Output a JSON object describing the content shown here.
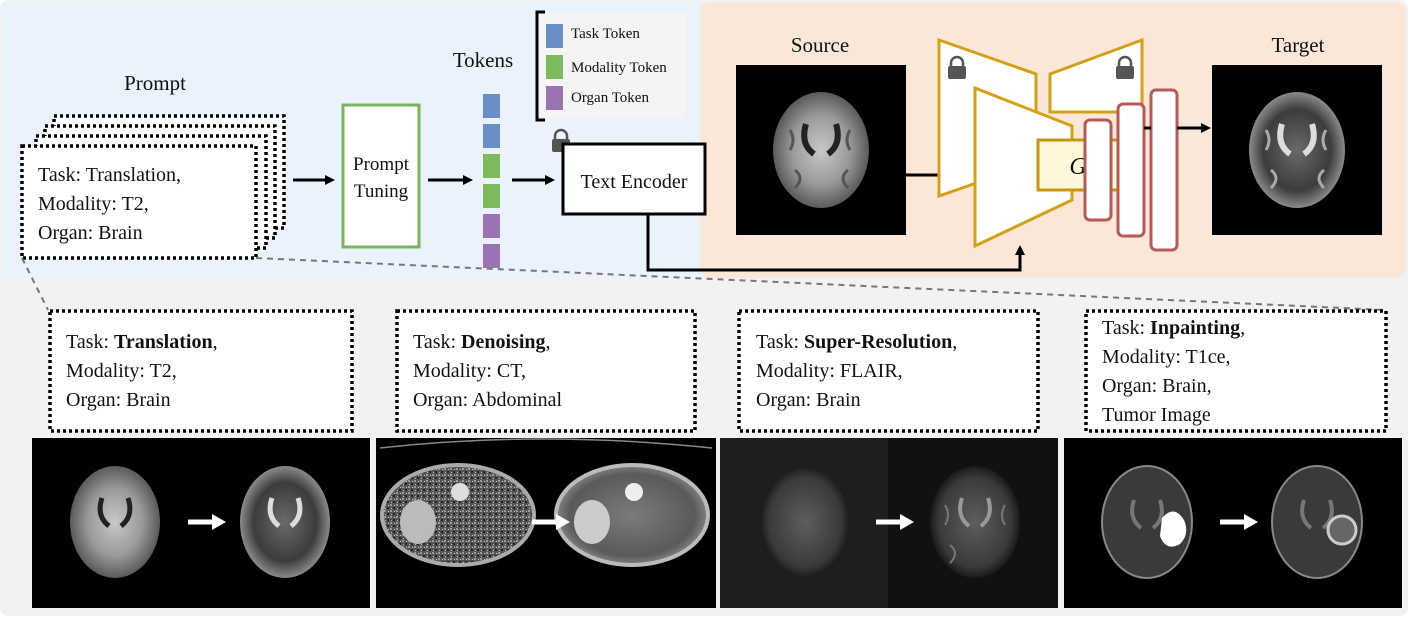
{
  "pipeline": {
    "prompt_title": "Prompt",
    "prompt_card": {
      "task": "Task: Translation,",
      "modality": "Modality: T2,",
      "organ": "Organ: Brain"
    },
    "prompt_tuning": {
      "line1": "Prompt",
      "line2": "Tuning"
    },
    "tokens_title": "Tokens",
    "legend": [
      {
        "label": "Task Token",
        "color": "#6a8fc6"
      },
      {
        "label": "Modality Token",
        "color": "#7cba5c"
      },
      {
        "label": "Organ Token",
        "color": "#9a73b4"
      }
    ],
    "text_encoder": "Text Encoder",
    "source_label": "Source",
    "target_label": "Target",
    "generator_label": "G"
  },
  "examples": [
    {
      "task_prefix": "Task: ",
      "task_name": "Translation",
      "task_suffix": ",",
      "modality": "Modality: T2,",
      "organ": "Organ: Brain",
      "extra": ""
    },
    {
      "task_prefix": "Task: ",
      "task_name": "Denoising",
      "task_suffix": ",",
      "modality": "Modality: CT,",
      "organ": "Organ: Abdominal",
      "extra": ""
    },
    {
      "task_prefix": "Task: ",
      "task_name": "Super-Resolution",
      "task_suffix": ",",
      "modality": "Modality: FLAIR,",
      "organ": "Organ: Brain",
      "extra": ""
    },
    {
      "task_prefix": "Task: ",
      "task_name": "Inpainting",
      "task_suffix": ",",
      "modality": "Modality: T1ce,",
      "organ": "Organ: Brain,",
      "extra": "Tumor Image"
    }
  ],
  "colors": {
    "left_panel_bg": "#eaf3fc",
    "right_panel_bg": "#fbe7d8",
    "bottom_bg": "#f2f2f2",
    "prompt_tuning_border": "#7ab55c",
    "encoder_border": "#d4a017",
    "decoder_bar_border": "#b55a56",
    "generator_fill": "#fff7d9"
  }
}
